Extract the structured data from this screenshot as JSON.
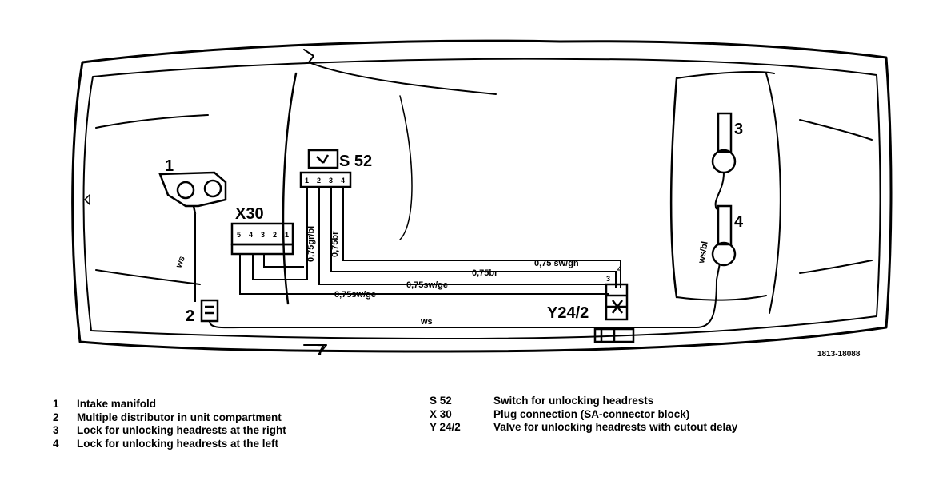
{
  "diagram": {
    "callouts": {
      "c1": "1",
      "c2": "2",
      "c3": "3",
      "c4": "4",
      "c7": "7",
      "s52": "S 52",
      "x30": "X30",
      "y242": "Y24/2"
    },
    "x30_pins": [
      "5",
      "4",
      "3",
      "2",
      "1"
    ],
    "s52_pins": [
      "1",
      "2",
      "3",
      "4"
    ],
    "y242_pins": [
      "3",
      "4"
    ],
    "wire_labels": {
      "sw_gn": "0,75 sw/gn",
      "br_h": "0,75br",
      "sw_ge_upper": "0,75sw/ge",
      "sw_ge_lower": "0,75sw/ge",
      "ws_bottom": "ws",
      "ws_left": "ws",
      "ws_bl": "ws/bl",
      "gr_bl": "0,75gr/bl",
      "br_v": "0,75br"
    },
    "reference": "1813-18088"
  },
  "legend": {
    "left": [
      {
        "num": "1",
        "text": "Intake manifold"
      },
      {
        "num": "2",
        "text": "Multiple distributor in unit compartment"
      },
      {
        "num": "3",
        "text": "Lock for unlocking headrests at the right"
      },
      {
        "num": "4",
        "text": "Lock for unlocking headrests at the left"
      }
    ],
    "right": [
      {
        "code": "S 52",
        "text": "Switch for unlocking headrests"
      },
      {
        "code": "X 30",
        "text": "Plug connection (SA-connector block)"
      },
      {
        "code": "Y 24/2",
        "text": "Valve for unlocking headrests with cutout delay"
      }
    ]
  }
}
